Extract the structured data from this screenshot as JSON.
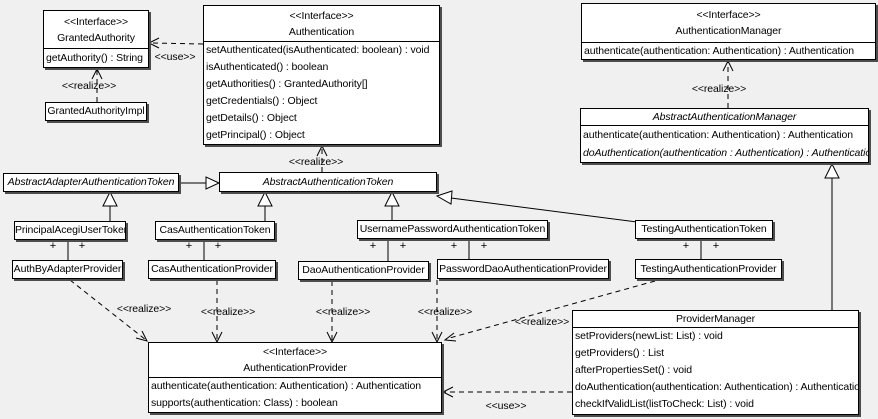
{
  "colors": {
    "background": "#f0f0f0",
    "node_fill": "#ffffff",
    "node_border": "#000000",
    "node_shadow": "#4d4d4d"
  },
  "labels": {
    "interface_stereotype": "<<Interface>>",
    "realize": "<<realize>>",
    "use": "<<use>>",
    "plus": "+"
  },
  "classes": {
    "granted_authority": {
      "stereotype": "<<Interface>>",
      "name": "GrantedAuthority",
      "methods": [
        "getAuthority() : String"
      ]
    },
    "granted_authority_impl": {
      "name": "GrantedAuthorityImpl"
    },
    "authentication": {
      "stereotype": "<<Interface>>",
      "name": "Authentication",
      "methods": [
        "setAuthenticated(isAuthenticated: boolean) : void",
        "isAuthenticated() : boolean",
        "getAuthorities() : GrantedAuthority[]",
        "getCredentials() : Object",
        "getDetails() : Object",
        "getPrincipal() : Object"
      ]
    },
    "authentication_manager": {
      "stereotype": "<<Interface>>",
      "name": "AuthenticationManager",
      "methods": [
        "authenticate(authentication: Authentication) : Authentication"
      ]
    },
    "abstract_authentication_manager": {
      "name": "AbstractAuthenticationManager",
      "methods": [
        "authenticate(authentication: Authentication) : Authentication",
        "doAuthentication(authentication : Authentication) : Authentication"
      ]
    },
    "abstract_adapter_authentication_token": {
      "name": "AbstractAdapterAuthenticationToken"
    },
    "abstract_authentication_token": {
      "name": "AbstractAuthenticationToken"
    },
    "principal_acegi_user_token": {
      "name": "PrincipalAcegiUserToken"
    },
    "cas_authentication_token": {
      "name": "CasAuthenticationToken"
    },
    "username_password_authentication_token": {
      "name": "UsernamePasswordAuthenticationToken"
    },
    "testing_authentication_token": {
      "name": "TestingAuthenticationToken"
    },
    "auth_by_adapter_provider": {
      "name": "AuthByAdapterProvider"
    },
    "cas_authentication_provider": {
      "name": "CasAuthenticationProvider"
    },
    "dao_authentication_provider": {
      "name": "DaoAuthenticationProvider"
    },
    "password_dao_authentication_provider": {
      "name": "PasswordDaoAuthenticationProvider"
    },
    "testing_authentication_provider": {
      "name": "TestingAuthenticationProvider"
    },
    "authentication_provider": {
      "stereotype": "<<Interface>>",
      "name": "AuthenticationProvider",
      "methods": [
        "authenticate(authentication: Authentication) : Authentication",
        "supports(authentication: Class) : boolean"
      ]
    },
    "provider_manager": {
      "name": "ProviderManager",
      "methods": [
        "setProviders(newList: List) : void",
        "getProviders() : List",
        "afterPropertiesSet() : void",
        "doAuthentication(authentication: Authentication) : Authentication",
        "checkIfValidList(listToCheck: List) : void"
      ]
    }
  }
}
